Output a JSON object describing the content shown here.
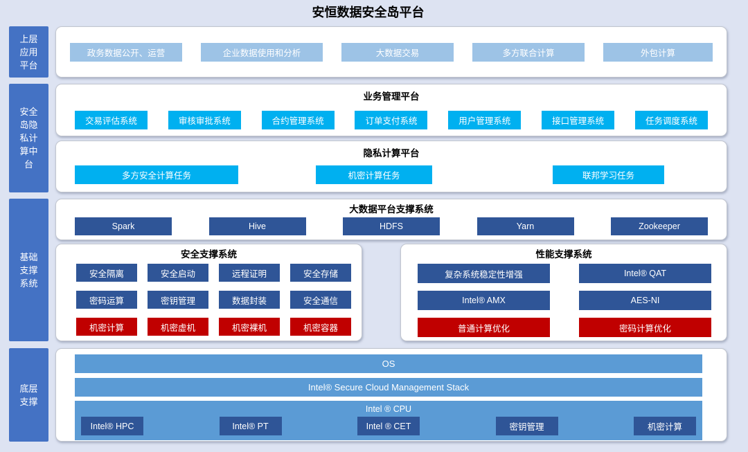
{
  "title": "安恒数据安全岛平台",
  "colors": {
    "background": "#dde3f2",
    "side_label_blue": "#4472c4",
    "light_blue": "#9dc3e6",
    "cyan": "#00b0f0",
    "navy": "#2f5597",
    "red": "#c00000",
    "bar_blue": "#5b9bd5",
    "panel_white": "#ffffff"
  },
  "layers": {
    "app": {
      "label": "上层\n应用\n平台",
      "items": [
        "政务数据公开、运营",
        "企业数据使用和分析",
        "大数据交易",
        "多方联合计算",
        "外包计算"
      ]
    },
    "middle": {
      "label": "安全\n岛隐\n私计\n算中\n台",
      "business": {
        "title": "业务管理平台",
        "items": [
          "交易评估系统",
          "审核审批系统",
          "合约管理系统",
          "订单支付系统",
          "用户管理系统",
          "接口管理系统",
          "任务调度系统"
        ]
      },
      "privacy": {
        "title": "隐私计算平台",
        "items": [
          "多方安全计算任务",
          "机密计算任务",
          "联邦学习任务"
        ]
      }
    },
    "foundation": {
      "label": "基础\n支撑\n系统",
      "bigdata": {
        "title": "大数据平台支撑系统",
        "items": [
          "Spark",
          "Hive",
          "HDFS",
          "Yarn",
          "Zookeeper"
        ]
      },
      "security": {
        "title": "安全支撑系统",
        "rows": [
          [
            "安全隔离",
            "安全启动",
            "远程证明",
            "安全存储"
          ],
          [
            "密码运算",
            "密钥管理",
            "数据封装",
            "安全通信"
          ],
          [
            "机密计算",
            "机密虚机",
            "机密裸机",
            "机密容器"
          ]
        ]
      },
      "performance": {
        "title": "性能支撑系统",
        "rows": [
          [
            "复杂系统稳定性增强",
            "Intel® QAT"
          ],
          [
            "Intel® AMX",
            "AES-NI"
          ],
          [
            "普通计算优化",
            "密码计算优化"
          ]
        ]
      }
    },
    "bottom": {
      "label": "底层\n支撑",
      "bars": [
        "OS",
        "Intel® Secure Cloud Management Stack"
      ],
      "cpu": {
        "title": "Intel ® CPU",
        "items": [
          "Intel® HPC",
          "Intel® PT",
          "Intel ® CET",
          "密钥管理",
          "机密计算"
        ]
      }
    }
  }
}
